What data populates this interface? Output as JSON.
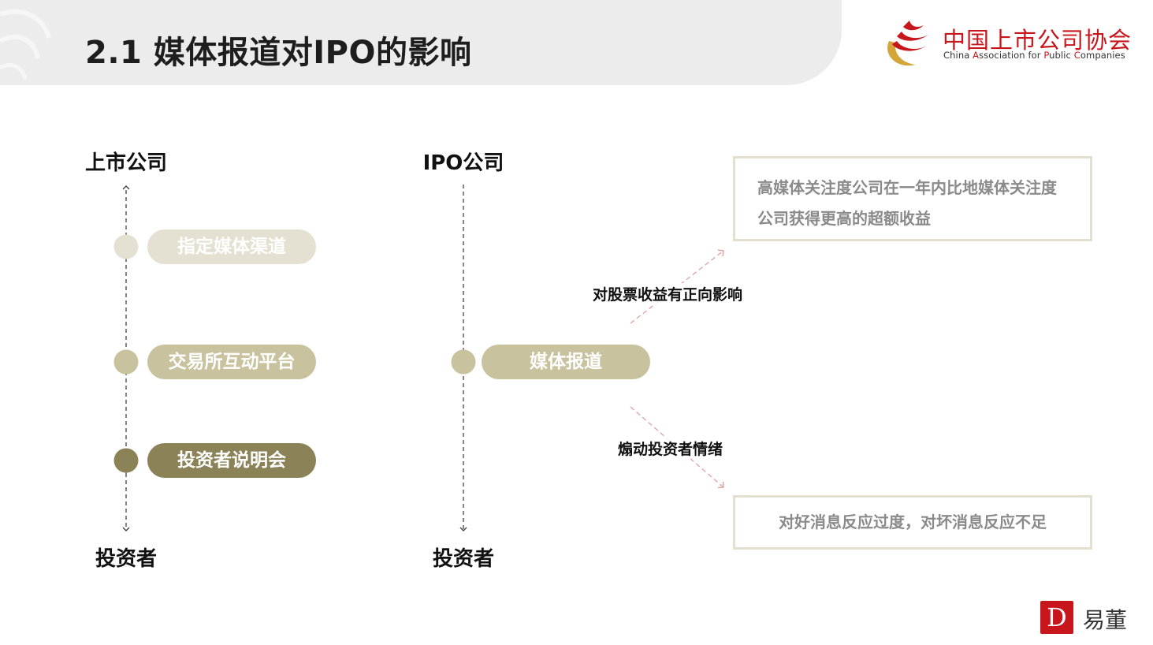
{
  "header": {
    "title": "2.1 媒体报道对IPO的影响"
  },
  "logo": {
    "name_cn": "中国上市公司协会",
    "name_en_parts": [
      "China ",
      "A",
      "ssociation for ",
      "P",
      "ublic ",
      "C",
      "ompanies"
    ]
  },
  "diagram": {
    "left_column": {
      "top_label": "上市公司",
      "bottom_label": "投资者",
      "channels": [
        {
          "label": "指定媒体渠道",
          "color": "#e5e1d2"
        },
        {
          "label": "交易所互动平台",
          "color": "#c8c29e"
        },
        {
          "label": "投资者说明会",
          "color": "#8b8357"
        }
      ]
    },
    "middle_column": {
      "top_label": "IPO公司",
      "bottom_label": "投资者",
      "channel": {
        "label": "媒体报道",
        "color": "#c8c29e"
      }
    },
    "effects": [
      {
        "arrow_label": "对股票收益有正向影响",
        "result": "高媒体关注度公司在一年内比地媒体关注度公司获得更高的超额收益"
      },
      {
        "arrow_label": "煽动投资者情绪",
        "result": "对好消息反应过度，对坏消息反应不足"
      }
    ]
  },
  "brand": {
    "mark": "D",
    "name": "易董"
  },
  "colors": {
    "accent_red": "#c8161d",
    "arrow_pink": "#e0a0a0",
    "line_dark": "#444444"
  }
}
